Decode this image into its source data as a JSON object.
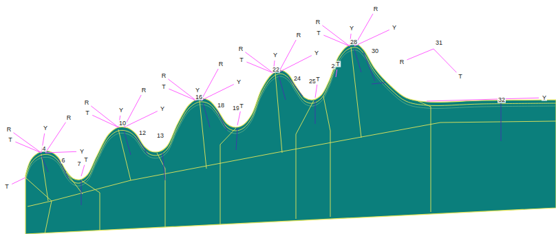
{
  "diagram": {
    "labels": [
      "R",
      "T",
      "Y",
      "R",
      "4",
      "6",
      "Y",
      "7",
      "T",
      "T",
      "R",
      "T",
      "Y",
      "R",
      "10",
      "12",
      "Y",
      "13",
      "R",
      "T",
      "Y",
      "R",
      "16",
      "18",
      "Y",
      "19",
      "T",
      "R",
      "T",
      "Y",
      "R",
      "22",
      "Y",
      "24",
      "25",
      "T",
      "R",
      "T",
      "Y",
      "R",
      "Y",
      "28",
      "30",
      "2",
      "T",
      "31",
      "R",
      "T",
      "32",
      "Y"
    ]
  }
}
